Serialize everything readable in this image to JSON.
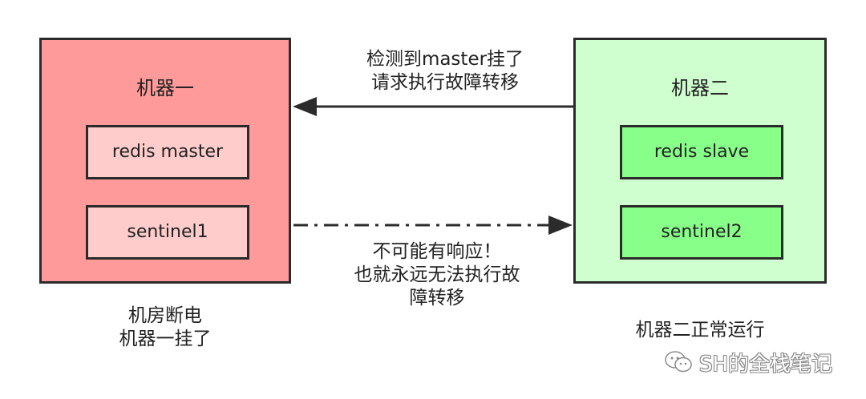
{
  "colors": {
    "machine_one_fill": "#ff9a9a",
    "machine_one_component_fill": "#ffcccc",
    "machine_two_fill": "#cfffcf",
    "machine_two_component_fill": "#88ff88",
    "border": "#2b2b2b",
    "arrow": "#2b2b2b"
  },
  "machine_one": {
    "title": "机器一",
    "components": [
      "redis master",
      "sentinel1"
    ],
    "caption_lines": [
      "机房断电",
      "机器一挂了"
    ]
  },
  "machine_two": {
    "title": "机器二",
    "components": [
      "redis slave",
      "sentinel2"
    ],
    "caption": "机器二正常运行"
  },
  "arrow_top": {
    "direction": "machine_two_to_machine_one",
    "style": "solid",
    "lines": [
      "检测到master挂了",
      "请求执行故障转移"
    ]
  },
  "arrow_bottom": {
    "direction": "machine_one_to_machine_two",
    "style": "dash-dot",
    "lines": [
      "不可能有响应！",
      "也就永远无法执行故",
      "障转移"
    ]
  },
  "watermark": {
    "icon": "wechat-icon",
    "text": "SH的全栈笔记"
  }
}
